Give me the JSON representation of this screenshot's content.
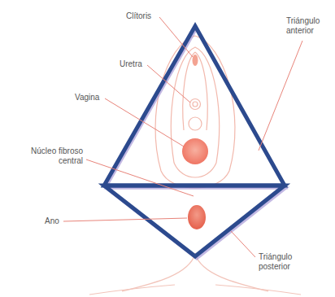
{
  "diagram": {
    "labels": [
      "Clítoris",
      "Uretra",
      "Vagina",
      "Núcleo fibroso central",
      "Ano",
      "Triángulo anterior",
      "Triángulo posterior"
    ]
  }
}
